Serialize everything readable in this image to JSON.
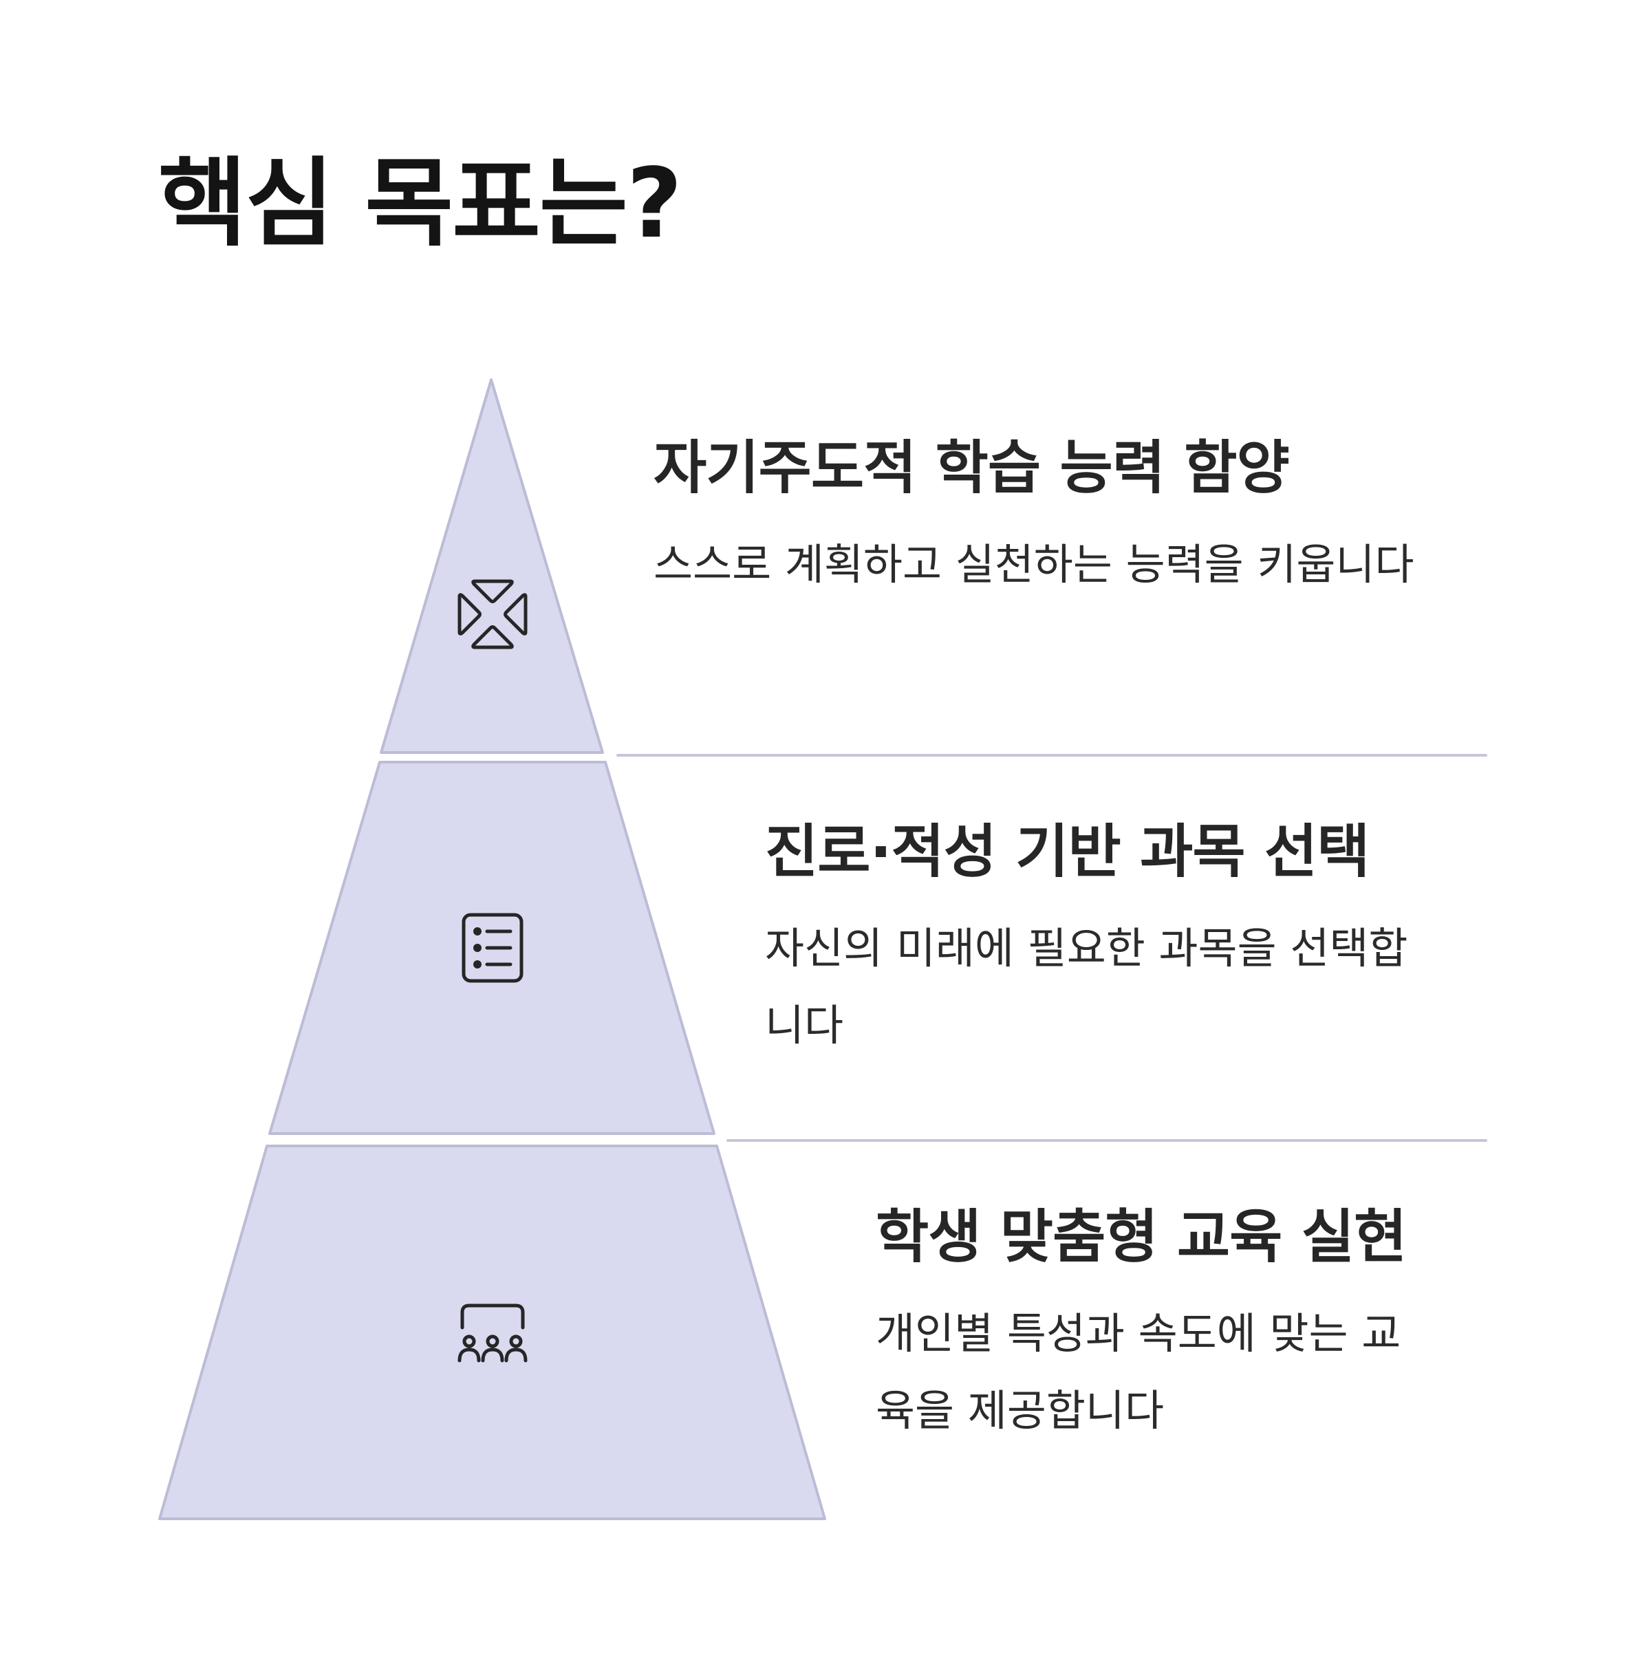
{
  "title": "핵심 목표는?",
  "colors": {
    "tier_fill": "#d9d9f0",
    "tier_stroke": "#bcbcd6",
    "divider": "#c6c6d8",
    "icon_stroke": "#262626"
  },
  "tiers": [
    {
      "icon": "target-arrows-icon",
      "title": "자기주도적 학습 능력 함양",
      "description": "스스로 계획하고 실천하는 능력을 키웁니다"
    },
    {
      "icon": "list-icon",
      "title": "진로·적성 기반 과목 선택",
      "description": "자신의 미래에 필요한 과목을 선택합니다"
    },
    {
      "icon": "group-icon",
      "title": "학생 맞춤형 교육 실현",
      "description": "개인별 특성과 속도에 맞는 교육을 제공합니다"
    }
  ]
}
